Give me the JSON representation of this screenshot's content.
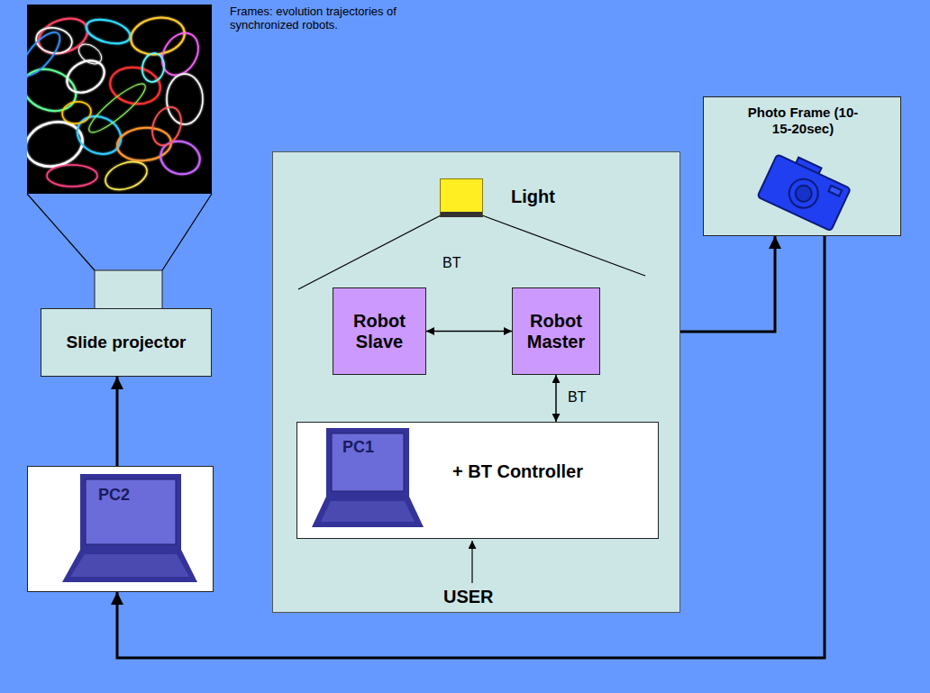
{
  "diagram": {
    "nodes": [
      {
        "text": [
          "Slide projector"
        ]
      },
      {
        "text": []
      },
      {
        "text": [
          "Light"
        ],
        "in": 1
      },
      {
        "text": [
          "Robot Slave"
        ],
        "in": 1
      },
      {
        "text": [
          "Robot Master"
        ],
        "in": 1
      },
      {
        "text": [
          "PC1",
          "+ BT Controller"
        ],
        "in": 1
      },
      {
        "text": [
          "Photo Frame (10-15-20sec)"
        ]
      },
      {
        "text": [
          "PC2"
        ]
      }
    ],
    "edges": [
      {
        "from": 3,
        "to": 4,
        "arrow": "both"
      },
      {
        "from": 4,
        "to": 5,
        "arrow": "both",
        "label": "BT"
      },
      {
        "from": 1,
        "to": 6,
        "arrow": "to"
      },
      {
        "from": 6,
        "to": 7,
        "arrow": "to"
      },
      {
        "from": 7,
        "to": 0,
        "arrow": "to"
      }
    ],
    "labels": [
      "Frames: evolution trajectories of synchronized robots.",
      "BT",
      "USER"
    ]
  }
}
